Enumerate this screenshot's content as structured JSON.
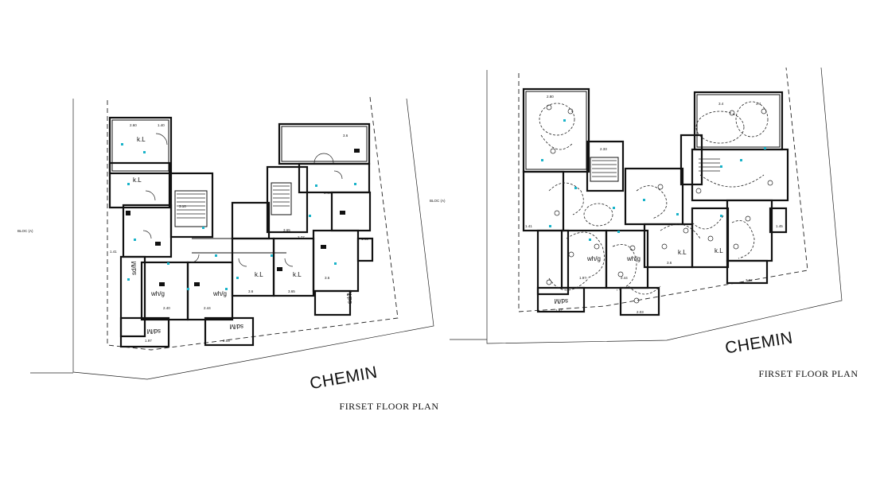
{
  "plans": [
    {
      "title": "FIRSET FLOOR PLAN",
      "road": "CHEMIN",
      "bloc": "BLOC (A)",
      "rooms": [
        "k.L",
        "k.L",
        "wh/g",
        "wh/g",
        "sd/M",
        "sd/M",
        "k.L",
        "k.L",
        "sd/M",
        "sd/M"
      ]
    },
    {
      "title": "FIRSET FLOOR PLAN",
      "road": "CHEMIN",
      "bloc": "BLOC (A)",
      "rooms": [
        "wh/g",
        "wh/g",
        "k.L",
        "k.L",
        "sd/M"
      ]
    }
  ],
  "colors": {
    "line": "#111111",
    "marker": "#19b3c9",
    "background": "#ffffff"
  }
}
